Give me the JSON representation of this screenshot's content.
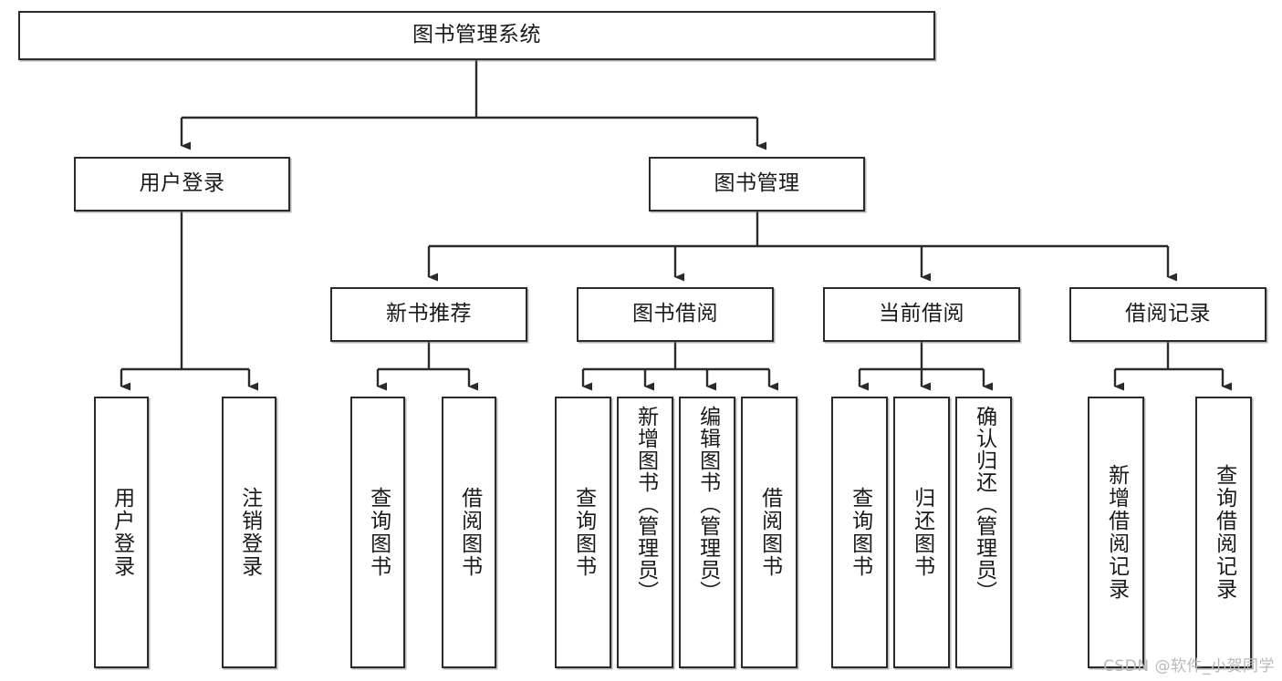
{
  "diagram": {
    "title": "图书管理系统",
    "type": "tree",
    "watermark": "CSDN @软件_小贺同学",
    "colors": {
      "box_border": "#2b2b2b",
      "box_fill": "#ffffff",
      "connector": "#2b2b2b",
      "text": "#1a1a1a",
      "watermark": "#b9b9b9"
    },
    "levels": {
      "root": {
        "label": "图书管理系统"
      },
      "level2": [
        {
          "id": "user-login",
          "label": "用户登录"
        },
        {
          "id": "book-manage",
          "label": "图书管理"
        }
      ],
      "level3": [
        {
          "id": "new-book-recommend",
          "label": "新书推荐",
          "parent": "book-manage"
        },
        {
          "id": "book-borrow",
          "label": "图书借阅",
          "parent": "book-manage"
        },
        {
          "id": "current-borrow",
          "label": "当前借阅",
          "parent": "book-manage"
        },
        {
          "id": "borrow-record",
          "label": "借阅记录",
          "parent": "book-manage"
        }
      ],
      "leaves": [
        {
          "id": "leaf-user-login",
          "label": "用户登录",
          "parent": "user-login"
        },
        {
          "id": "leaf-logout",
          "label": "注销登录",
          "parent": "user-login"
        },
        {
          "id": "leaf-query-book-1",
          "label": "查询图书",
          "parent": "new-book-recommend"
        },
        {
          "id": "leaf-borrow-book-1",
          "label": "借阅图书",
          "parent": "new-book-recommend"
        },
        {
          "id": "leaf-query-book-2",
          "label": "查询图书",
          "parent": "book-borrow"
        },
        {
          "id": "leaf-add-book",
          "label": "新增图书（管理员）",
          "parent": "book-borrow"
        },
        {
          "id": "leaf-edit-book",
          "label": "编辑图书（管理员）",
          "parent": "book-borrow"
        },
        {
          "id": "leaf-borrow-book-2",
          "label": "借阅图书",
          "parent": "book-borrow"
        },
        {
          "id": "leaf-query-book-3",
          "label": "查询图书",
          "parent": "current-borrow"
        },
        {
          "id": "leaf-return-book",
          "label": "归还图书",
          "parent": "current-borrow"
        },
        {
          "id": "leaf-confirm-return",
          "label": "确认归还（管理员）",
          "parent": "current-borrow"
        },
        {
          "id": "leaf-add-record",
          "label": "新增借阅记录",
          "parent": "borrow-record"
        },
        {
          "id": "leaf-query-record",
          "label": "查询借阅记录",
          "parent": "borrow-record"
        }
      ]
    }
  }
}
